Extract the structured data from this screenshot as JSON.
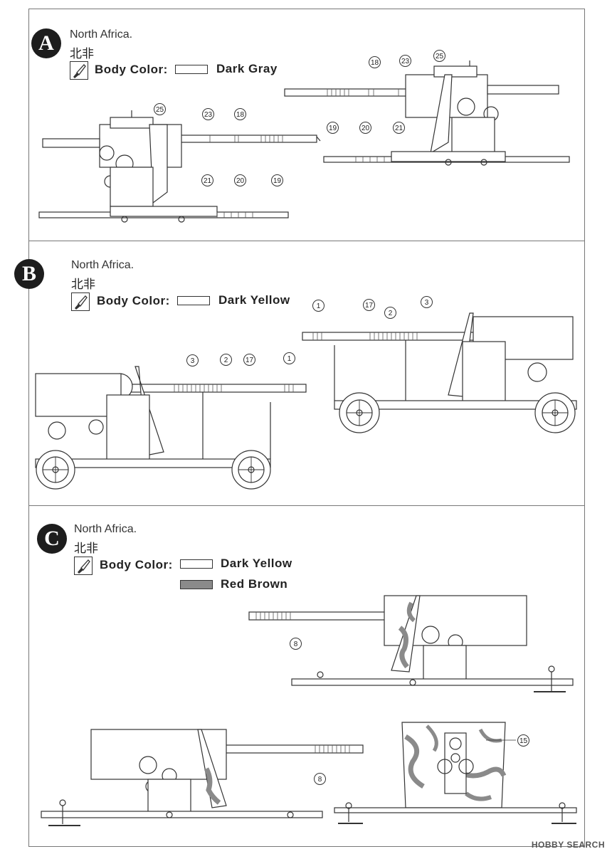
{
  "sections": {
    "a": {
      "letter": "A",
      "region": "North Africa.",
      "region_cjk": "北非",
      "body_color_label": "Body Color:",
      "colors": [
        "Dark Gray"
      ],
      "callouts_left": [
        "25",
        "23",
        "21",
        "18",
        "20",
        "19"
      ],
      "callouts_right": [
        "18",
        "23",
        "25",
        "19",
        "20",
        "21"
      ]
    },
    "b": {
      "letter": "B",
      "region": "North Africa.",
      "region_cjk": "北非",
      "body_color_label": "Body Color:",
      "colors": [
        "Dark Yellow"
      ],
      "callouts_left": [
        "3",
        "2",
        "17",
        "1"
      ],
      "callouts_right": [
        "1",
        "17",
        "2",
        "3"
      ]
    },
    "c": {
      "letter": "C",
      "region": "North Africa.",
      "region_cjk": "北非",
      "body_color_label": "Body Color:",
      "colors": [
        "Dark Yellow",
        "Red Brown"
      ],
      "callouts": [
        "8",
        "8",
        "15"
      ]
    }
  },
  "swatch_colors": {
    "Dark Gray": "#ffffff",
    "Dark Yellow": "#ffffff",
    "Red Brown": "#8a8a8a"
  },
  "brush_icon": "paint-brush-icon",
  "watermark": "HOBBY SEARCH"
}
